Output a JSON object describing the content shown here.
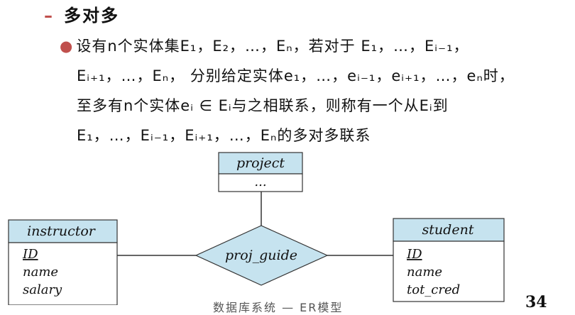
{
  "heading": {
    "dash": "–",
    "text": "多对多"
  },
  "para": {
    "bullet": "●",
    "lines": [
      "设有n个实体集E₁，E₂，…，Eₙ，若对于 E₁，…，Eᵢ₋₁，",
      "Eᵢ₊₁，…，Eₙ， 分别给定实体e₁，…，eᵢ₋₁，eᵢ₊₁，…，eₙ时，",
      "至多有n个实体eᵢ ∈ Eᵢ与之相联系，则称有一个从Eᵢ到",
      "E₁，…，Eᵢ₋₁，Eᵢ₊₁，…，Eₙ的多对多联系"
    ]
  },
  "diagram": {
    "project": {
      "title": "project",
      "attrs": [
        "..."
      ]
    },
    "instructor": {
      "title": "instructor",
      "attrs": [
        "ID",
        "name",
        "salary"
      ]
    },
    "student": {
      "title": "student",
      "attrs": [
        "ID",
        "name",
        "tot_cred"
      ]
    },
    "relationship": "proj_guide",
    "header_fill": "#c6e3ef"
  },
  "footer": {
    "text": "数据库系统 — ER模型",
    "page": "34"
  }
}
